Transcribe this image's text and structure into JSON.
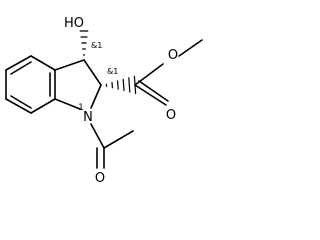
{
  "molecule": {
    "atoms": {
      "hydroxyl": "HO",
      "nitrogen": "N",
      "ring_nitrogen_number": "1",
      "ester_carbonyl_oxygen": "O",
      "ester_ether_oxygen": "O",
      "acetyl_oxygen": "O"
    },
    "stereo_labels": {
      "c3": "&1",
      "c2": "&1"
    }
  }
}
